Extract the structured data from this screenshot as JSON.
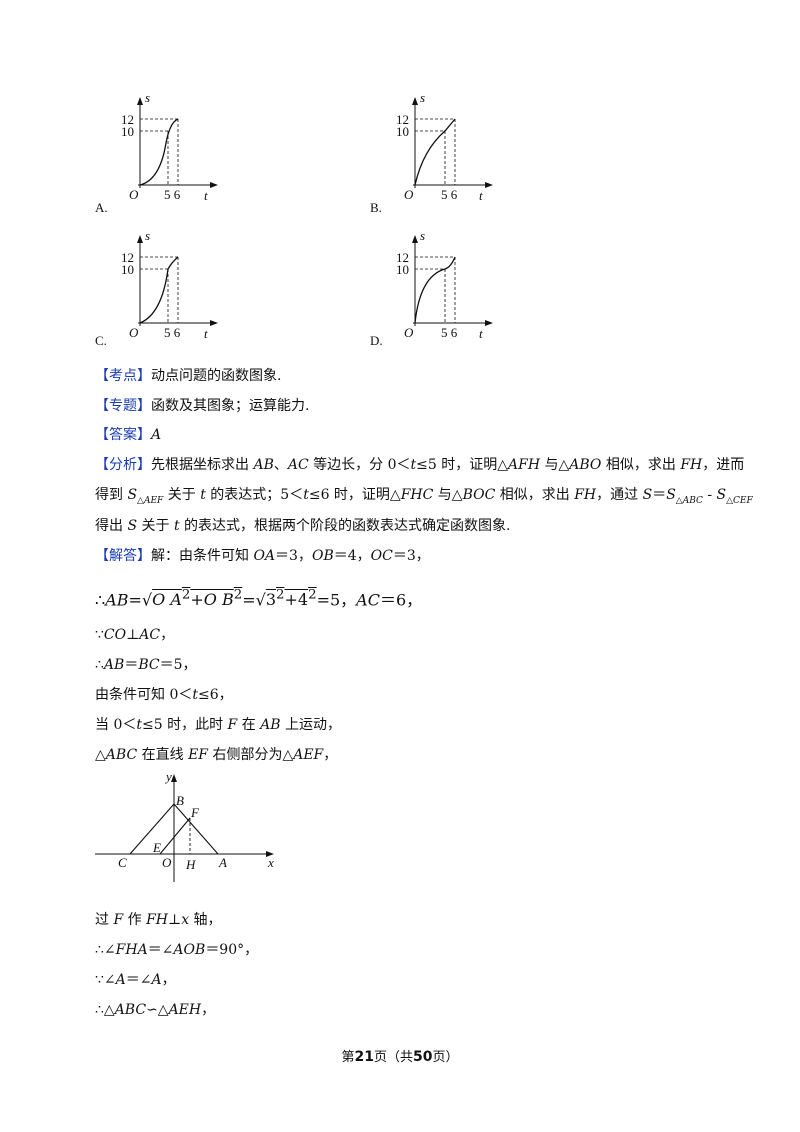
{
  "graphs": [
    {
      "option": "A.",
      "labels": {
        "s": "s",
        "t": "t",
        "o": "O",
        "y_high": "12",
        "y_low": "10",
        "x_ticks": "5 6"
      }
    },
    {
      "option": "B.",
      "labels": {
        "s": "s",
        "t": "t",
        "o": "O",
        "y_high": "12",
        "y_low": "10",
        "x_ticks": "5 6"
      }
    },
    {
      "option": "C.",
      "labels": {
        "s": "s",
        "t": "t",
        "o": "O",
        "y_high": "12",
        "y_low": "10",
        "x_ticks": "5 6"
      }
    },
    {
      "option": "D.",
      "labels": {
        "s": "s",
        "t": "t",
        "o": "O",
        "y_high": "12",
        "y_low": "10",
        "x_ticks": "5 6"
      }
    }
  ],
  "kaodian": {
    "tag": "【考点】",
    "text": "动点问题的函数图象."
  },
  "zhuanti": {
    "tag": "【专题】",
    "text": "函数及其图象；运算能力."
  },
  "daan": {
    "tag": "【答案】",
    "text": "A"
  },
  "fenxi": {
    "tag": "【分析】",
    "l1a": "先根据坐标求出 ",
    "l1b": "AB",
    "l1c": "、",
    "l1d": "AC",
    "l1e": " 等边长，分 0＜",
    "l1f": "t",
    "l1g": "≤5 时，证明△",
    "l1h": "AFH",
    "l1i": " 与△",
    "l1j": "ABO",
    "l1k": " 相似，求出 ",
    "l1l": "FH",
    "l1m": "，进而",
    "l2a": "得到 ",
    "l2b": "S",
    "l2c": "△AEF",
    "l2d": " 关于 ",
    "l2e": "t",
    "l2f": " 的表达式；5＜",
    "l2g": "t",
    "l2h": "≤6 时，证明△",
    "l2i": "FHC",
    "l2j": " 与△",
    "l2k": "BOC",
    "l2l": " 相似，求出 ",
    "l2m": "FH",
    "l2n": "，通过 ",
    "l2o": "S",
    "l2p": "＝",
    "l2q": "S",
    "l2r": "△ABC",
    "l2s": " - ",
    "l2t": "S",
    "l2u": "△CEF",
    "l3a": "得出 ",
    "l3b": "S",
    "l3c": " 关于 ",
    "l3d": "t",
    "l3e": " 的表达式，根据两个阶段的函数表达式确定函数图象."
  },
  "jieda": {
    "tag": "【解答】",
    "l1a": "解：由条件可知 ",
    "l1b": "OA",
    "l1c": "＝3，",
    "l1d": "OB",
    "l1e": "＝4，",
    "l1f": "OC",
    "l1g": "＝3，",
    "l2a": "∴",
    "l2b": "AB",
    "l2c": "=√",
    "l2d": "O A",
    "l2e": "2",
    "l2f": "+O B",
    "l2g": "2",
    "l2h": "=√",
    "l2i": "3",
    "l2j": "2",
    "l2k": "+4",
    "l2l": "2",
    "l2m": "=5，",
    "l2n": "AC",
    "l2o": "＝6，",
    "l3a": "∵",
    "l3b": "CO",
    "l3c": "⊥",
    "l3d": "AC",
    "l3e": "，",
    "l4a": "∴",
    "l4b": "AB",
    "l4c": "＝",
    "l4d": "BC",
    "l4e": "＝5，",
    "l5a": "由条件可知 0＜",
    "l5b": "t",
    "l5c": "≤6，",
    "l6a": "当 0＜",
    "l6b": "t",
    "l6c": "≤5 时，此时 ",
    "l6d": "F",
    "l6e": " 在 ",
    "l6f": "AB",
    "l6g": " 上运动，",
    "l7a": "△",
    "l7b": "ABC",
    "l7c": " 在直线 ",
    "l7d": "EF",
    "l7e": " 右侧部分为△",
    "l7f": "AEF",
    "l7g": "，",
    "l8a": "过 ",
    "l8b": "F",
    "l8c": " 作 ",
    "l8d": "FH",
    "l8e": "⊥",
    "l8f": "x",
    "l8g": " 轴，",
    "l9a": "∴∠",
    "l9b": "FHA",
    "l9c": "＝∠",
    "l9d": "AOB",
    "l9e": "＝90°，",
    "l10a": "∵∠",
    "l10b": "A",
    "l10c": "＝∠",
    "l10d": "A",
    "l10e": "，",
    "l11a": "∴△",
    "l11b": "ABC",
    "l11c": "∽△",
    "l11d": "AEH",
    "l11e": "，"
  },
  "figure": {
    "y": "y",
    "x": "x",
    "B": "B",
    "F": "F",
    "E": "E",
    "O": "O",
    "H": "H",
    "C": "C",
    "A": "A"
  },
  "footer": {
    "a": "第",
    "page": "21",
    "b": "页（共",
    "total": "50",
    "c": "页）"
  }
}
